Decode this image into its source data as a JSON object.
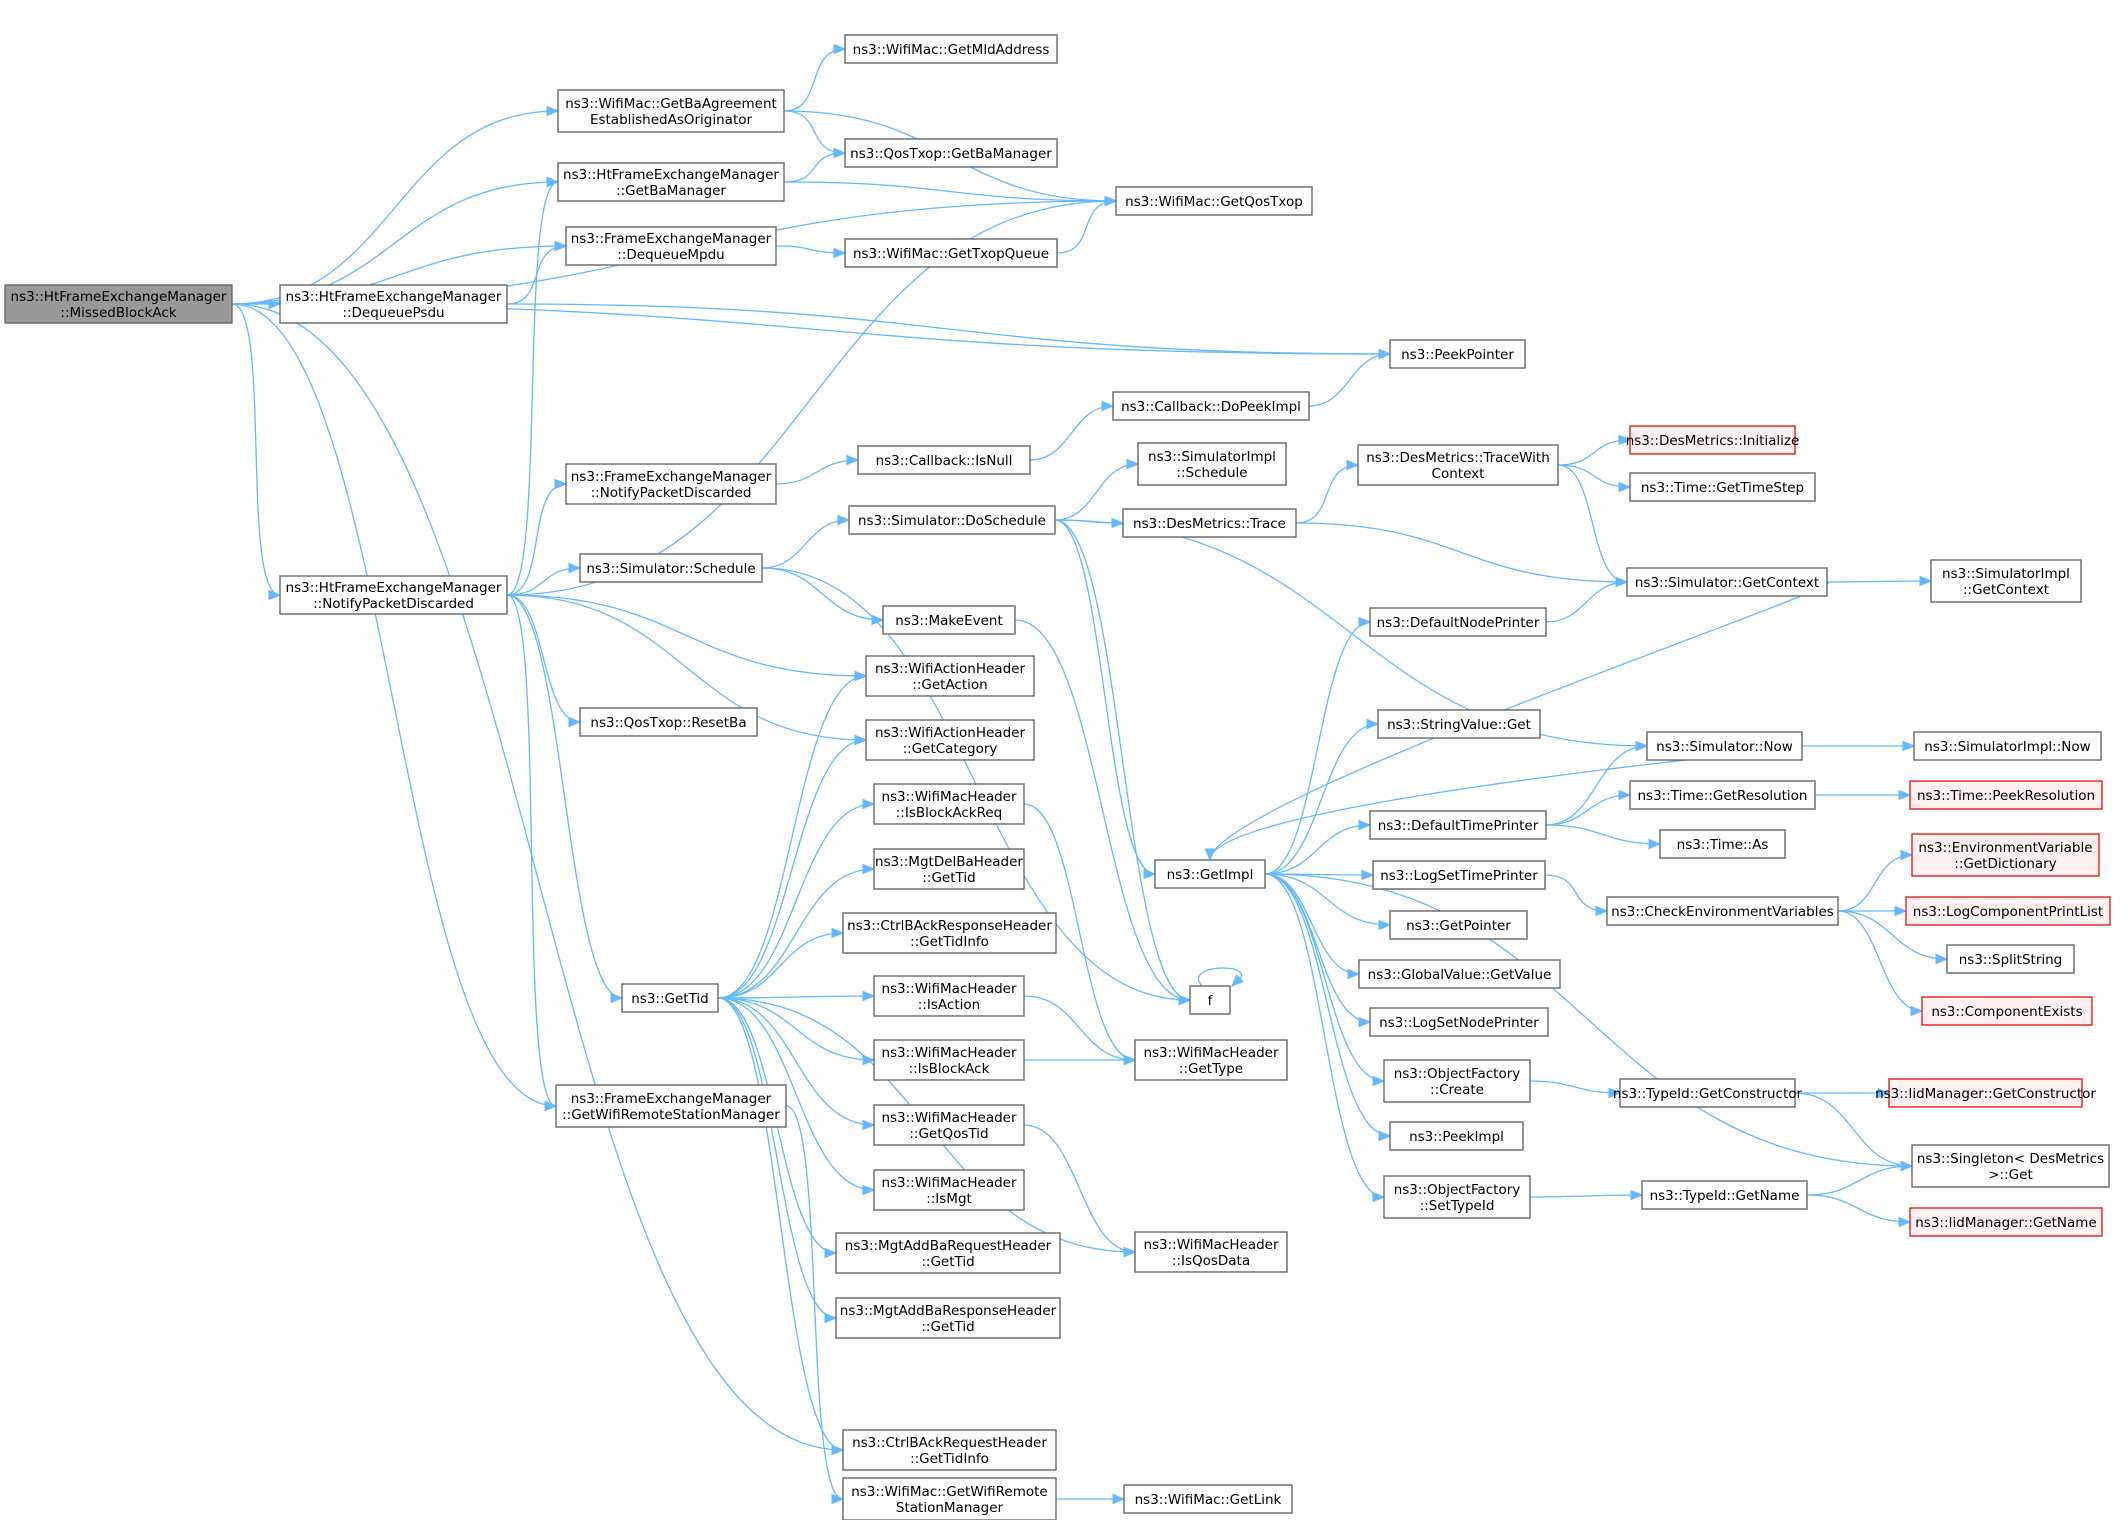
{
  "colors": {
    "edge": "#63b8ff",
    "node_border": "#666666",
    "root_fill": "#999999",
    "red_border": "#e02020",
    "red_fill": "#fff0f0"
  },
  "nodes": [
    {
      "id": "missed",
      "lines": [
        "ns3::HtFrameExchangeManager",
        "::MissedBlockAck"
      ],
      "style": "root"
    },
    {
      "id": "getmld",
      "lines": [
        "ns3::WifiMac::GetMldAddress"
      ]
    },
    {
      "id": "getbaagr",
      "lines": [
        "ns3::WifiMac::GetBaAgreement",
        "EstablishedAsOriginator"
      ]
    },
    {
      "id": "qosgetba",
      "lines": [
        "ns3::QosTxop::GetBaManager"
      ]
    },
    {
      "id": "htgetba",
      "lines": [
        "ns3::HtFrameExchangeManager",
        "::GetBaManager"
      ]
    },
    {
      "id": "getqostxop",
      "lines": [
        "ns3::WifiMac::GetQosTxop"
      ]
    },
    {
      "id": "fedequeuempdu",
      "lines": [
        "ns3::FrameExchangeManager",
        "::DequeueMpdu"
      ]
    },
    {
      "id": "gettxopqueue",
      "lines": [
        "ns3::WifiMac::GetTxopQueue"
      ]
    },
    {
      "id": "htdequeuepsdu",
      "lines": [
        "ns3::HtFrameExchangeManager",
        "::DequeuePsdu"
      ]
    },
    {
      "id": "peekpointer",
      "lines": [
        "ns3::PeekPointer"
      ]
    },
    {
      "id": "cbdopeek",
      "lines": [
        "ns3::Callback::DoPeekImpl"
      ]
    },
    {
      "id": "cbisnull",
      "lines": [
        "ns3::Callback::IsNull"
      ]
    },
    {
      "id": "fenotify",
      "lines": [
        "ns3::FrameExchangeManager",
        "::NotifyPacketDiscarded"
      ]
    },
    {
      "id": "simimplschedule",
      "lines": [
        "ns3::SimulatorImpl",
        "::Schedule"
      ]
    },
    {
      "id": "desinit",
      "lines": [
        "ns3::DesMetrics::Initialize"
      ],
      "style": "red"
    },
    {
      "id": "destracewith",
      "lines": [
        "ns3::DesMetrics::TraceWith",
        "Context"
      ]
    },
    {
      "id": "timegetstep",
      "lines": [
        "ns3::Time::GetTimeStep"
      ]
    },
    {
      "id": "simdoschedule",
      "lines": [
        "ns3::Simulator::DoSchedule"
      ]
    },
    {
      "id": "destrace",
      "lines": [
        "ns3::DesMetrics::Trace"
      ]
    },
    {
      "id": "htnotify",
      "lines": [
        "ns3::HtFrameExchangeManager",
        "::NotifyPacketDiscarded"
      ]
    },
    {
      "id": "simschedule",
      "lines": [
        "ns3::Simulator::Schedule"
      ]
    },
    {
      "id": "simgetcontext",
      "lines": [
        "ns3::Simulator::GetContext"
      ]
    },
    {
      "id": "simimplgetcontext",
      "lines": [
        "ns3::SimulatorImpl",
        "::GetContext"
      ]
    },
    {
      "id": "makeevent",
      "lines": [
        "ns3::MakeEvent"
      ]
    },
    {
      "id": "defnodeprinter",
      "lines": [
        "ns3::DefaultNodePrinter"
      ]
    },
    {
      "id": "wahgetaction",
      "lines": [
        "ns3::WifiActionHeader",
        "::GetAction"
      ]
    },
    {
      "id": "qosresetba",
      "lines": [
        "ns3::QosTxop::ResetBa"
      ]
    },
    {
      "id": "stringvalueget",
      "lines": [
        "ns3::StringValue::Get"
      ]
    },
    {
      "id": "wahgetcategory",
      "lines": [
        "ns3::WifiActionHeader",
        "::GetCategory"
      ]
    },
    {
      "id": "simnow",
      "lines": [
        "ns3::Simulator::Now"
      ]
    },
    {
      "id": "simimplnow",
      "lines": [
        "ns3::SimulatorImpl::Now"
      ]
    },
    {
      "id": "wmhisblockackreq",
      "lines": [
        "ns3::WifiMacHeader",
        "::IsBlockAckReq"
      ]
    },
    {
      "id": "timegetres",
      "lines": [
        "ns3::Time::GetResolution"
      ]
    },
    {
      "id": "timepeekres",
      "lines": [
        "ns3::Time::PeekResolution"
      ],
      "style": "red"
    },
    {
      "id": "deftimeprinter",
      "lines": [
        "ns3::DefaultTimePrinter"
      ]
    },
    {
      "id": "timeas",
      "lines": [
        "ns3::Time::As"
      ]
    },
    {
      "id": "mgtdelbagettid",
      "lines": [
        "ns3::MgtDelBaHeader",
        "::GetTid"
      ]
    },
    {
      "id": "getimpl",
      "lines": [
        "ns3::GetImpl"
      ]
    },
    {
      "id": "logsettimeprinter",
      "lines": [
        "ns3::LogSetTimePrinter"
      ]
    },
    {
      "id": "envgetdict",
      "lines": [
        "ns3::EnvironmentVariable",
        "::GetDictionary"
      ],
      "style": "red"
    },
    {
      "id": "checkenv",
      "lines": [
        "ns3::CheckEnvironmentVariables"
      ]
    },
    {
      "id": "logcompprintlist",
      "lines": [
        "ns3::LogComponentPrintList"
      ],
      "style": "red"
    },
    {
      "id": "ctrlbackresp",
      "lines": [
        "ns3::CtrlBAckResponseHeader",
        "::GetTidInfo"
      ]
    },
    {
      "id": "getpointer",
      "lines": [
        "ns3::GetPointer"
      ]
    },
    {
      "id": "splitstring",
      "lines": [
        "ns3::SplitString"
      ]
    },
    {
      "id": "gettid",
      "lines": [
        "ns3::GetTid"
      ]
    },
    {
      "id": "globalvalueget",
      "lines": [
        "ns3::GlobalValue::GetValue"
      ]
    },
    {
      "id": "compexists",
      "lines": [
        "ns3::ComponentExists"
      ],
      "style": "red"
    },
    {
      "id": "f",
      "lines": [
        "f"
      ]
    },
    {
      "id": "wmhisaction",
      "lines": [
        "ns3::WifiMacHeader",
        "::IsAction"
      ]
    },
    {
      "id": "logsetnodeprinter",
      "lines": [
        "ns3::LogSetNodePrinter"
      ]
    },
    {
      "id": "wmhisblockack",
      "lines": [
        "ns3::WifiMacHeader",
        "::IsBlockAck"
      ]
    },
    {
      "id": "wmhgettype",
      "lines": [
        "ns3::WifiMacHeader",
        "::GetType"
      ]
    },
    {
      "id": "objfactcreate",
      "lines": [
        "ns3::ObjectFactory",
        "::Create"
      ]
    },
    {
      "id": "typeidgetctor",
      "lines": [
        "ns3::TypeId::GetConstructor"
      ]
    },
    {
      "id": "iidgetctor",
      "lines": [
        "ns3::IidManager::GetConstructor"
      ],
      "style": "red"
    },
    {
      "id": "fegetwrsm",
      "lines": [
        "ns3::FrameExchangeManager",
        "::GetWifiRemoteStationManager"
      ]
    },
    {
      "id": "wmhgetqostid",
      "lines": [
        "ns3::WifiMacHeader",
        "::GetQosTid"
      ]
    },
    {
      "id": "peekimpl",
      "lines": [
        "ns3::PeekImpl"
      ]
    },
    {
      "id": "singletonget",
      "lines": [
        "ns3::Singleton< DesMetrics",
        ">::Get"
      ]
    },
    {
      "id": "wmhismgt",
      "lines": [
        "ns3::WifiMacHeader",
        "::IsMgt"
      ]
    },
    {
      "id": "objfactsettypeid",
      "lines": [
        "ns3::ObjectFactory",
        "::SetTypeId"
      ]
    },
    {
      "id": "typeidgetname",
      "lines": [
        "ns3::TypeId::GetName"
      ]
    },
    {
      "id": "iidgetname",
      "lines": [
        "ns3::IidManager::GetName"
      ],
      "style": "red"
    },
    {
      "id": "mgtaddbareq",
      "lines": [
        "ns3::MgtAddBaRequestHeader",
        "::GetTid"
      ]
    },
    {
      "id": "wmhisqosdata",
      "lines": [
        "ns3::WifiMacHeader",
        "::IsQosData"
      ]
    },
    {
      "id": "mgtaddbaresp",
      "lines": [
        "ns3::MgtAddBaResponseHeader",
        "::GetTid"
      ]
    },
    {
      "id": "ctrlbackreq",
      "lines": [
        "ns3::CtrlBAckRequestHeader",
        "::GetTidInfo"
      ]
    },
    {
      "id": "wmgetwrsm",
      "lines": [
        "ns3::WifiMac::GetWifiRemote",
        "StationManager"
      ]
    },
    {
      "id": "wmgetlink",
      "lines": [
        "ns3::WifiMac::GetLink"
      ]
    }
  ],
  "edges": [
    {
      "from": "missed",
      "to": "getqostxop"
    },
    {
      "from": "missed",
      "to": "getbaagr"
    },
    {
      "from": "missed",
      "to": "htgetba"
    },
    {
      "from": "missed",
      "to": "fedequeuempdu"
    },
    {
      "from": "missed",
      "to": "htdequeuepsdu"
    },
    {
      "from": "missed",
      "to": "peekpointer"
    },
    {
      "from": "missed",
      "to": "htnotify"
    },
    {
      "from": "missed",
      "to": "fegetwrsm"
    },
    {
      "from": "missed",
      "to": "ctrlbackreq"
    },
    {
      "from": "getbaagr",
      "to": "getmld"
    },
    {
      "from": "getbaagr",
      "to": "qosgetba"
    },
    {
      "from": "getbaagr",
      "to": "getqostxop"
    },
    {
      "from": "htgetba",
      "to": "qosgetba"
    },
    {
      "from": "htgetba",
      "to": "getqostxop"
    },
    {
      "from": "fedequeuempdu",
      "to": "gettxopqueue"
    },
    {
      "from": "gettxopqueue",
      "to": "getqostxop"
    },
    {
      "from": "htdequeuepsdu",
      "to": "fedequeuempdu"
    },
    {
      "from": "htdequeuepsdu",
      "to": "peekpointer"
    },
    {
      "from": "cbdopeek",
      "to": "peekpointer"
    },
    {
      "from": "cbisnull",
      "to": "cbdopeek"
    },
    {
      "from": "fenotify",
      "to": "cbisnull"
    },
    {
      "from": "htnotify",
      "to": "htgetba"
    },
    {
      "from": "htnotify",
      "to": "getqostxop"
    },
    {
      "from": "htnotify",
      "to": "fenotify"
    },
    {
      "from": "htnotify",
      "to": "simschedule"
    },
    {
      "from": "htnotify",
      "to": "wahgetaction"
    },
    {
      "from": "htnotify",
      "to": "wahgetcategory"
    },
    {
      "from": "htnotify",
      "to": "qosresetba"
    },
    {
      "from": "htnotify",
      "to": "gettid"
    },
    {
      "from": "htnotify",
      "to": "fegetwrsm"
    },
    {
      "from": "simschedule",
      "to": "simdoschedule"
    },
    {
      "from": "simschedule",
      "to": "makeevent"
    },
    {
      "from": "simschedule",
      "to": "f"
    },
    {
      "from": "simdoschedule",
      "to": "simimplschedule"
    },
    {
      "from": "simdoschedule",
      "to": "destrace"
    },
    {
      "from": "simdoschedule",
      "to": "getimpl"
    },
    {
      "from": "simdoschedule",
      "to": "simnow"
    },
    {
      "from": "simdoschedule",
      "to": "f"
    },
    {
      "from": "destrace",
      "to": "destracewith"
    },
    {
      "from": "destrace",
      "to": "simgetcontext"
    },
    {
      "from": "destracewith",
      "to": "desinit"
    },
    {
      "from": "destracewith",
      "to": "timegetstep"
    },
    {
      "from": "destracewith",
      "to": "simgetcontext"
    },
    {
      "from": "simgetcontext",
      "to": "simimplgetcontext"
    },
    {
      "from": "simgetcontext",
      "to": "getimpl"
    },
    {
      "from": "makeevent",
      "to": "f"
    },
    {
      "from": "defnodeprinter",
      "to": "simgetcontext"
    },
    {
      "from": "simnow",
      "to": "simimplnow"
    },
    {
      "from": "simnow",
      "to": "getimpl"
    },
    {
      "from": "deftimeprinter",
      "to": "simnow"
    },
    {
      "from": "deftimeprinter",
      "to": "timegetres"
    },
    {
      "from": "deftimeprinter",
      "to": "timeas"
    },
    {
      "from": "timegetres",
      "to": "timepeekres"
    },
    {
      "from": "getimpl",
      "to": "defnodeprinter"
    },
    {
      "from": "getimpl",
      "to": "stringvalueget"
    },
    {
      "from": "getimpl",
      "to": "deftimeprinter"
    },
    {
      "from": "getimpl",
      "to": "logsettimeprinter"
    },
    {
      "from": "getimpl",
      "to": "getpointer"
    },
    {
      "from": "getimpl",
      "to": "globalvalueget"
    },
    {
      "from": "getimpl",
      "to": "logsetnodeprinter"
    },
    {
      "from": "getimpl",
      "to": "objfactcreate"
    },
    {
      "from": "getimpl",
      "to": "peekimpl"
    },
    {
      "from": "getimpl",
      "to": "objfactsettypeid"
    },
    {
      "from": "getimpl",
      "to": "singletonget"
    },
    {
      "from": "logsettimeprinter",
      "to": "checkenv"
    },
    {
      "from": "checkenv",
      "to": "envgetdict"
    },
    {
      "from": "checkenv",
      "to": "logcompprintlist"
    },
    {
      "from": "checkenv",
      "to": "splitstring"
    },
    {
      "from": "checkenv",
      "to": "compexists"
    },
    {
      "from": "objfactcreate",
      "to": "typeidgetctor"
    },
    {
      "from": "typeidgetctor",
      "to": "iidgetctor"
    },
    {
      "from": "typeidgetctor",
      "to": "singletonget"
    },
    {
      "from": "objfactsettypeid",
      "to": "typeidgetname"
    },
    {
      "from": "typeidgetname",
      "to": "singletonget"
    },
    {
      "from": "typeidgetname",
      "to": "iidgetname"
    },
    {
      "from": "gettid",
      "to": "wahgetaction"
    },
    {
      "from": "gettid",
      "to": "wahgetcategory"
    },
    {
      "from": "gettid",
      "to": "wmhisblockackreq"
    },
    {
      "from": "gettid",
      "to": "mgtdelbagettid"
    },
    {
      "from": "gettid",
      "to": "ctrlbackresp"
    },
    {
      "from": "gettid",
      "to": "wmhisaction"
    },
    {
      "from": "gettid",
      "to": "wmhisblockack"
    },
    {
      "from": "gettid",
      "to": "wmhgetqostid"
    },
    {
      "from": "gettid",
      "to": "wmhismgt"
    },
    {
      "from": "gettid",
      "to": "mgtaddbareq"
    },
    {
      "from": "gettid",
      "to": "mgtaddbaresp"
    },
    {
      "from": "gettid",
      "to": "ctrlbackreq"
    },
    {
      "from": "gettid",
      "to": "wmhisqosdata"
    },
    {
      "from": "wmhisblockackreq",
      "to": "wmhgettype"
    },
    {
      "from": "wmhisaction",
      "to": "wmhgettype"
    },
    {
      "from": "wmhisblockack",
      "to": "wmhgettype"
    },
    {
      "from": "wmhgetqostid",
      "to": "wmhisqosdata"
    },
    {
      "from": "fegetwrsm",
      "to": "wmgetwrsm"
    },
    {
      "from": "wmgetwrsm",
      "to": "wmgetlink"
    },
    {
      "from": "f",
      "to": "f"
    }
  ]
}
